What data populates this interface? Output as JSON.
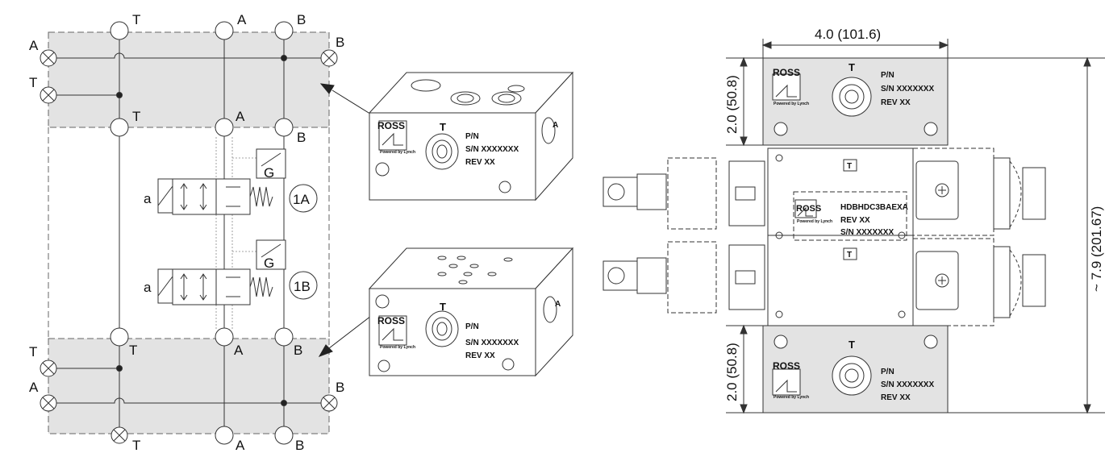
{
  "schematic": {
    "port_labels": {
      "top_T": "T",
      "top_A": "A",
      "top_B": "B",
      "left_A": "A",
      "left_T": "T",
      "right_B": "B",
      "mid_T": "T",
      "mid_A": "A",
      "mid_B": "B",
      "low_T": "T",
      "low_A": "A",
      "low_B": "B",
      "low_left_T": "T",
      "low_left_A": "A",
      "low_right_B": "B",
      "bot_T": "T",
      "bot_A": "A",
      "bot_B": "B"
    },
    "valve_1A": {
      "label": "1A",
      "solenoid": "a",
      "gauge": "G"
    },
    "valve_1B": {
      "label": "1B",
      "solenoid": "a",
      "gauge": "G"
    }
  },
  "iso_top": {
    "brand": "ROSS",
    "tagline": "Powered by Lynch",
    "port": "T",
    "pn": "P/N",
    "sn": "S/N XXXXXXX",
    "rev": "REV XX",
    "side_port": "A"
  },
  "iso_bottom": {
    "brand": "ROSS",
    "tagline": "Powered by Lynch",
    "port": "T",
    "pn": "P/N",
    "sn": "S/N XXXXXXX",
    "rev": "REV XX",
    "side_port": "A"
  },
  "dimensions": {
    "width": "4.0 (101.6)",
    "top_height": "2.0 (50.8)",
    "bottom_height": "2.0 (50.8)",
    "overall_height": "~ 7.9 (201.67)"
  },
  "top_plate": {
    "brand": "ROSS",
    "tagline": "Powered by Lynch",
    "port": "T",
    "pn": "P/N",
    "sn": "S/N XXXXXXX",
    "rev": "REV XX"
  },
  "bottom_plate": {
    "brand": "ROSS",
    "tagline": "Powered by Lynch",
    "port": "T",
    "pn": "P/N",
    "sn": "S/N XXXXXXX",
    "rev": "REV XX"
  },
  "center_label": {
    "brand": "ROSS",
    "tagline": "Powered by Lynch",
    "model": "HDBHDC3BAEXA",
    "rev": "REV XX",
    "sn": "S/N XXXXXXX"
  },
  "center_tags": {
    "upper": "T",
    "lower": "T"
  }
}
